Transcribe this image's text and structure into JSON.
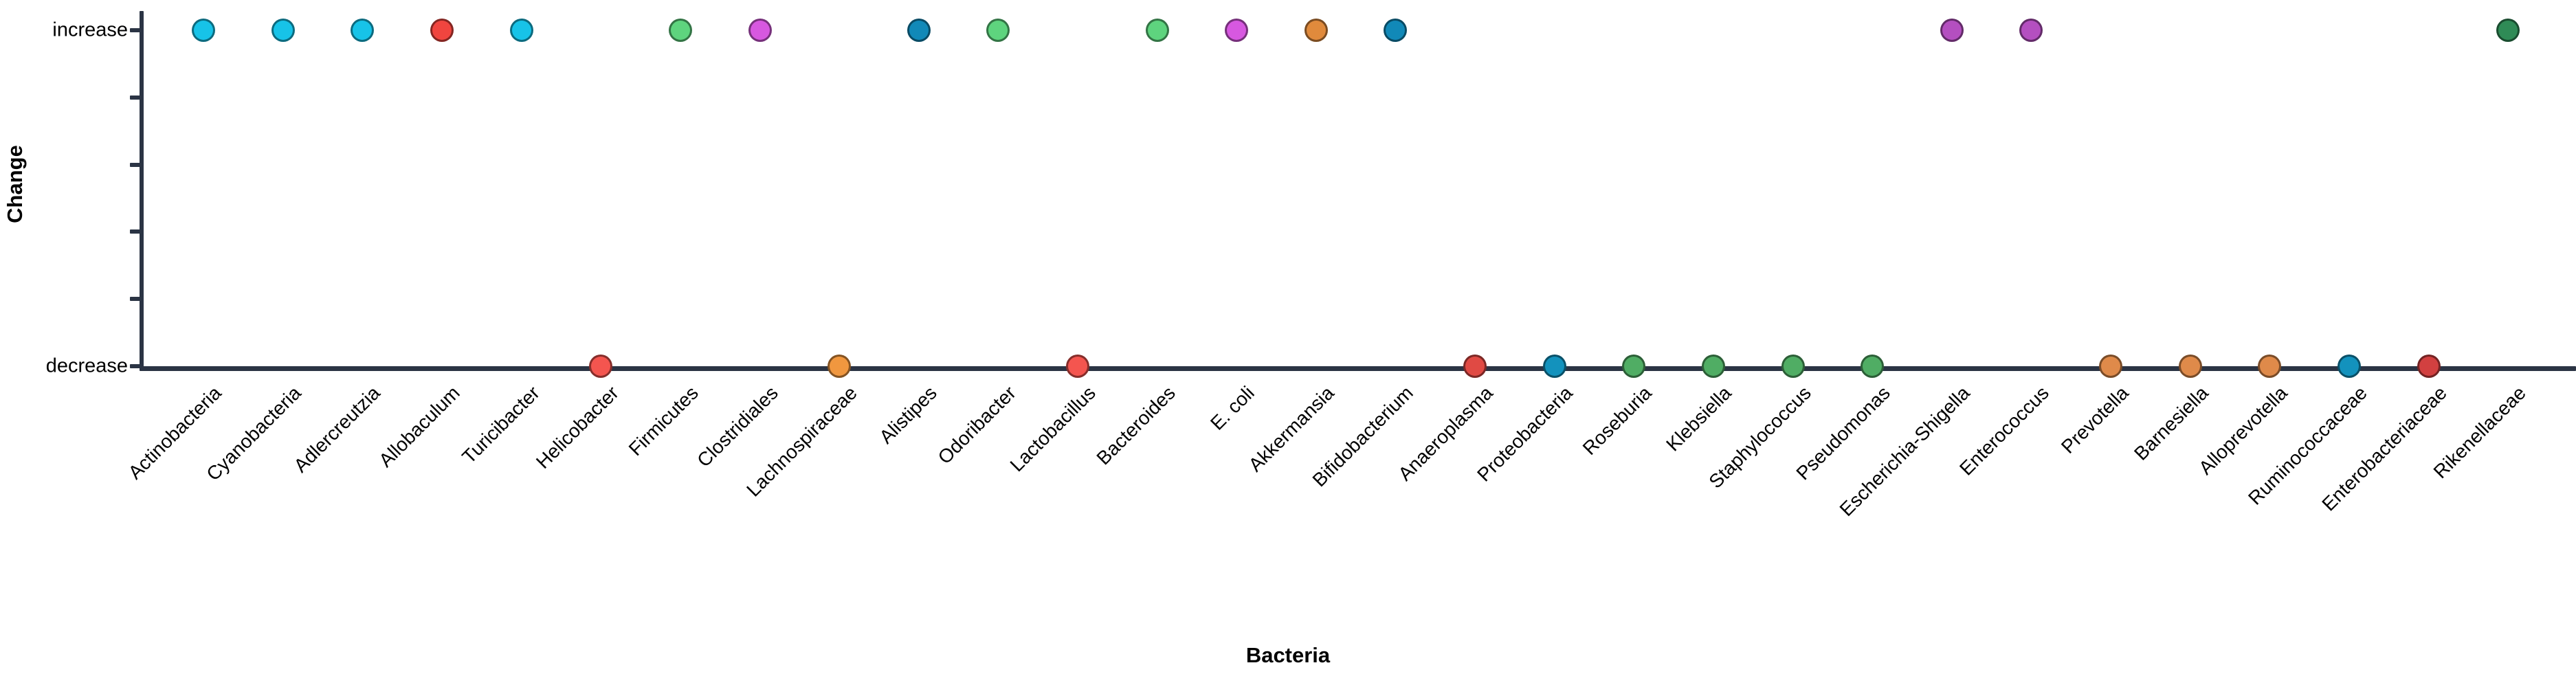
{
  "chart_data": {
    "type": "scatter",
    "title": "",
    "xlabel": "Bacteria",
    "ylabel": "Change",
    "ytick_labels": [
      "increase",
      "decrease"
    ],
    "ylim": [
      "decrease",
      "increase"
    ],
    "grid": false,
    "legend": "none",
    "n_categories": 30,
    "categories": [
      "Actinobacteria",
      "Cyanobacteria",
      "Adlercreutzia",
      "Allobaculum",
      "Turicibacter",
      "Helicobacter",
      "Firmicutes",
      "Clostridiales",
      "Lachnospiraceae",
      "Alistipes",
      "Odoribacter",
      "Lactobacillus",
      "Bacteroides",
      "E. coli",
      "Akkermansia",
      "Bifidobacterium",
      "Anaeroplasma",
      "Proteobacteria",
      "Roseburia",
      "Klebsiella",
      "Staphylococcus",
      "Pseudomonas",
      "Escherichia-Shigella",
      "Enterococcus",
      "Prevotella",
      "Barnesiella",
      "Alloprevotella",
      "Ruminococcaceae",
      "Enterobacteriaceae",
      "Rikenellaceae"
    ],
    "values": [
      "increase",
      "increase",
      "increase",
      "increase",
      "increase",
      "decrease",
      "increase",
      "increase",
      "decrease",
      "increase",
      "increase",
      "decrease",
      "increase",
      "increase",
      "increase",
      "increase",
      "decrease",
      "decrease",
      "decrease",
      "decrease",
      "decrease",
      "decrease",
      "increase",
      "increase",
      "decrease",
      "decrease",
      "decrease",
      "decrease",
      "decrease",
      "increase"
    ],
    "point_colors": [
      "#17c3e8",
      "#17c3e8",
      "#17c3e8",
      "#f0453f",
      "#17c3e8",
      "#f4554f",
      "#5ed47e",
      "#d758e0",
      "#f0973f",
      "#1189b8",
      "#5ed47e",
      "#f4554f",
      "#5ed47e",
      "#d758e0",
      "#e08a3c",
      "#1189b8",
      "#e04a44",
      "#1392bd",
      "#50ad64",
      "#50ad64",
      "#50ad64",
      "#50ad64",
      "#b44fc0",
      "#b44fc0",
      "#df8a4a",
      "#df8a4a",
      "#df8a4a",
      "#1392bd",
      "#d24040",
      "#2f8b56"
    ]
  },
  "axes": {
    "y_title": "Change",
    "x_title": "Bacteria",
    "y_top_label": "increase",
    "y_bottom_label": "decrease"
  },
  "style": {
    "axis_color": "#2b3444",
    "background": "#ffffff",
    "marker_edge": "rgba(0,0,0,0.45)"
  }
}
